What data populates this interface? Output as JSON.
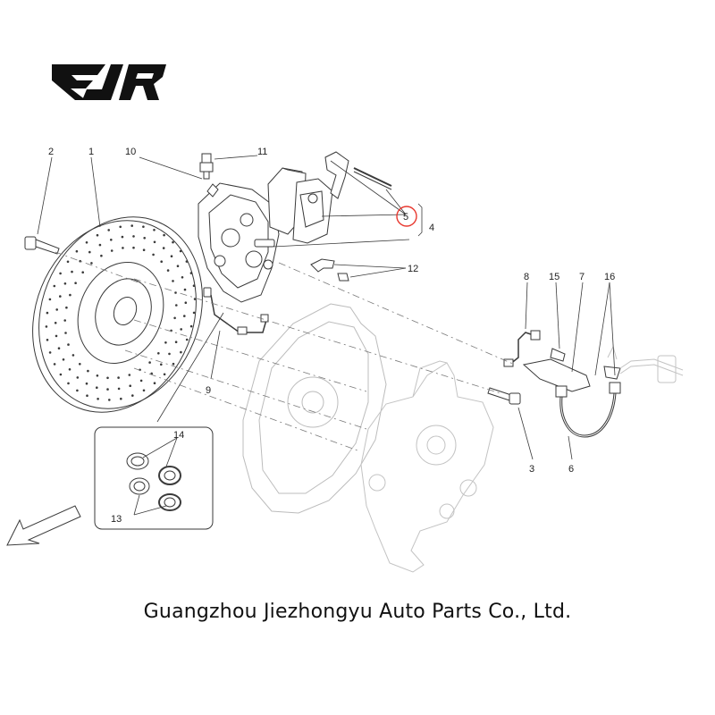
{
  "logo": {
    "text": "EJR"
  },
  "callouts": {
    "c1": "1",
    "c2": "2",
    "c3": "3",
    "c4": "4",
    "c5": "5",
    "c6": "6",
    "c7": "7",
    "c8": "8",
    "c9": "9",
    "c10": "10",
    "c11": "11",
    "c12": "12",
    "c13": "13",
    "c14": "14",
    "c15": "15",
    "c16": "16"
  },
  "highlight": {
    "part": "5",
    "color": "#e8382f"
  },
  "footer": {
    "company": "Guangzhou Jiezhongyu Auto Parts Co., Ltd."
  },
  "colors": {
    "line": "#3a3a3a",
    "faint": "#b5b5b5",
    "logo": "#111111"
  }
}
